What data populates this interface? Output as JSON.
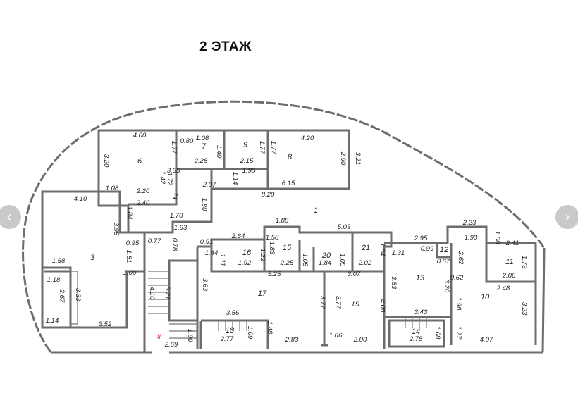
{
  "title": "2 ЭТАЖ",
  "navigation": {
    "prev_icon": "chevron-left-icon",
    "next_icon": "chevron-right-icon",
    "prev_glyph": "‹",
    "next_glyph": "›"
  },
  "stair_marker": "II",
  "rooms": [
    "1",
    "2",
    "3",
    "6",
    "7",
    "8",
    "9",
    "10",
    "11",
    "12",
    "13",
    "14",
    "15",
    "16",
    "17",
    "18",
    "19",
    "20",
    "21"
  ],
  "dimensions": [
    "4.00",
    "3.20",
    "1.77",
    "1.08",
    "2.20",
    "1.42",
    "1.72",
    "2.40",
    "1.84",
    "1.70",
    "1.93",
    "1.80",
    "2.07",
    "3.35",
    "0.80",
    "1.08",
    "1.40",
    "2.28",
    "1.77",
    "2.15",
    "1.77",
    "1.95",
    "1.14",
    "4.20",
    "2.90",
    "3.21",
    "6.15",
    "8.20",
    "4.10",
    "3.95",
    "1.58",
    "1.18",
    "2.67",
    "3.33",
    "1.14",
    "3.52",
    "0.95",
    "1.51",
    "1.00",
    "0.77",
    "4.10",
    "3.21",
    "0.78",
    "2.69",
    "1.90",
    "0.91",
    "2.64",
    "1.44",
    "1.11",
    "1.92",
    "1.22",
    "1.88",
    "1.58",
    "1.83",
    "2.25",
    "1.05",
    "5.03",
    "1.84",
    "1.05",
    "1.84",
    "2.02",
    "5.25",
    "3.07",
    "3.63",
    "3.77",
    "3.77",
    "4.00",
    "3.56",
    "2.77",
    "1.09",
    "1.48",
    "2.83",
    "1.06",
    "2.00",
    "2.95",
    "1.31",
    "0.99",
    "0.67",
    "2.62",
    "2.23",
    "1.93",
    "1.00",
    "2.41",
    "1.73",
    "2.06",
    "3.63",
    "3.20",
    "0.62",
    "2.48",
    "1.96",
    "3.23",
    "3.43",
    "2.78",
    "1.08",
    "1.27",
    "4.07"
  ]
}
